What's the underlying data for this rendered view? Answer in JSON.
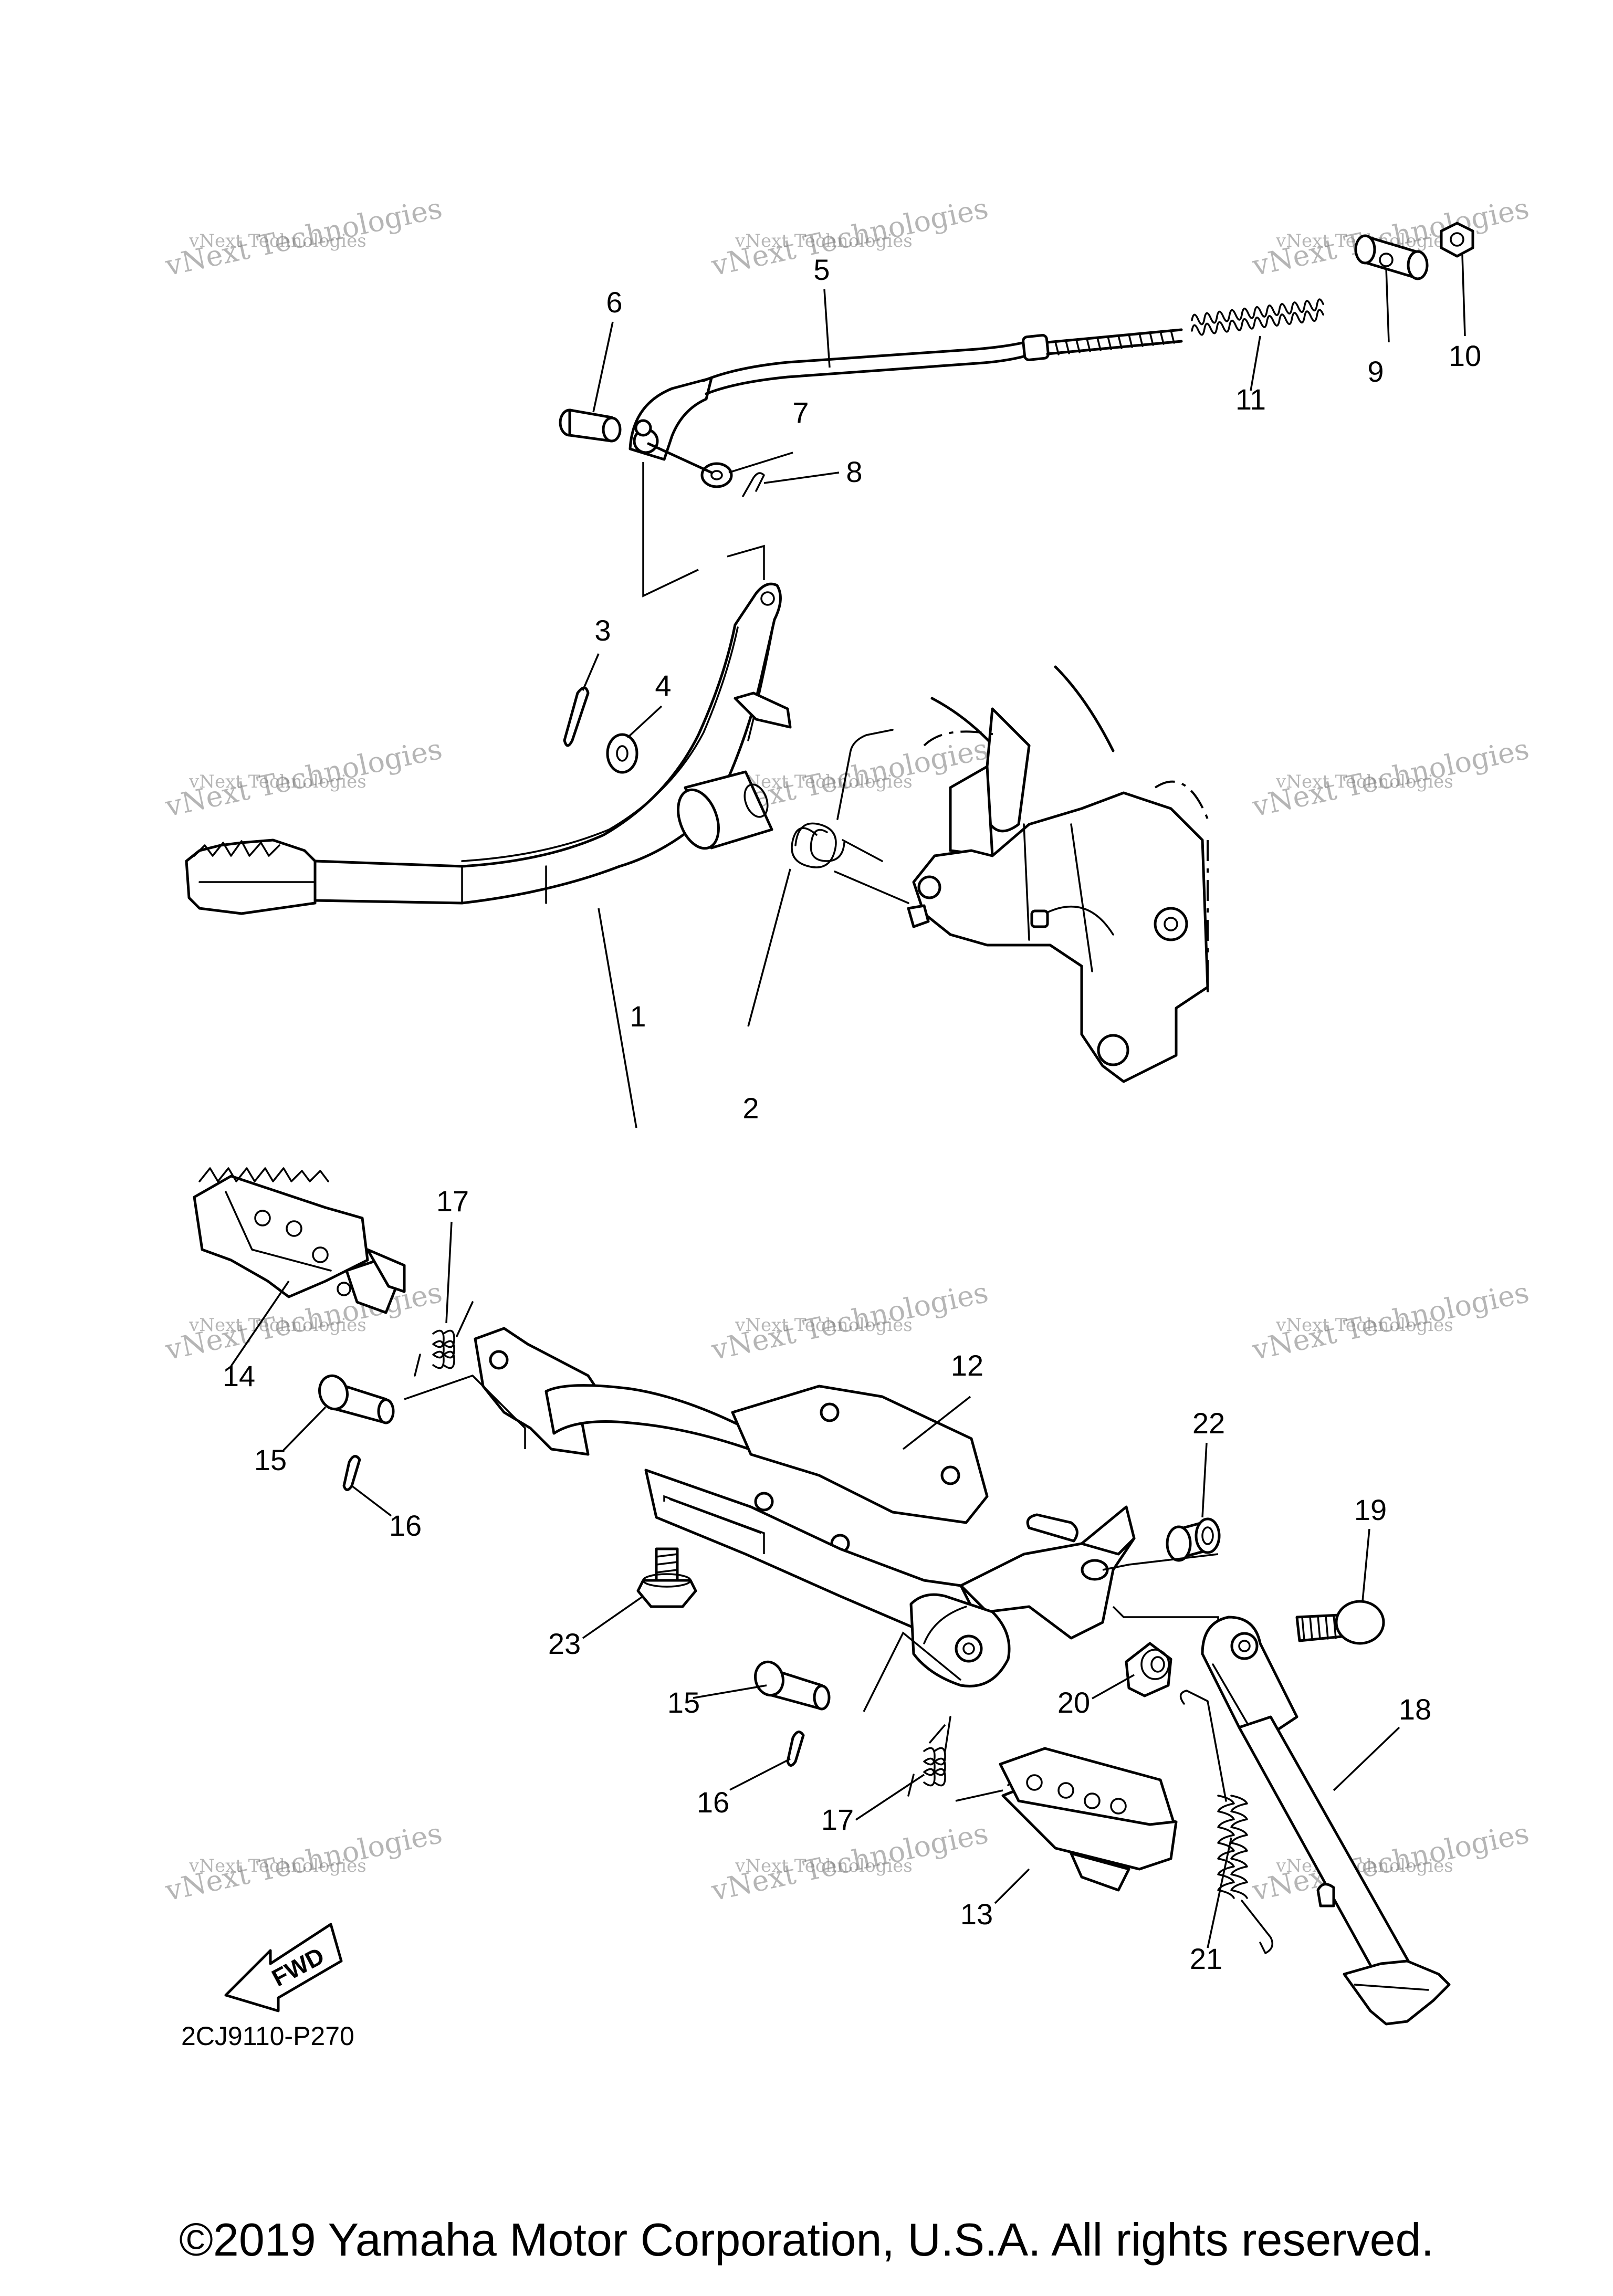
{
  "diagram": {
    "part_code": "2CJ9110-P270",
    "fwd_label": "FWD",
    "watermark": "vNext Technologies",
    "callouts": [
      "1",
      "2",
      "3",
      "4",
      "5",
      "6",
      "7",
      "8",
      "9",
      "10",
      "11",
      "12",
      "13",
      "14",
      "15",
      "15",
      "16",
      "16",
      "17",
      "17",
      "18",
      "19",
      "20",
      "21",
      "22",
      "23"
    ]
  },
  "footer": {
    "copyright": "©2019 Yamaha Motor Corporation, U.S.A. All rights reserved."
  }
}
